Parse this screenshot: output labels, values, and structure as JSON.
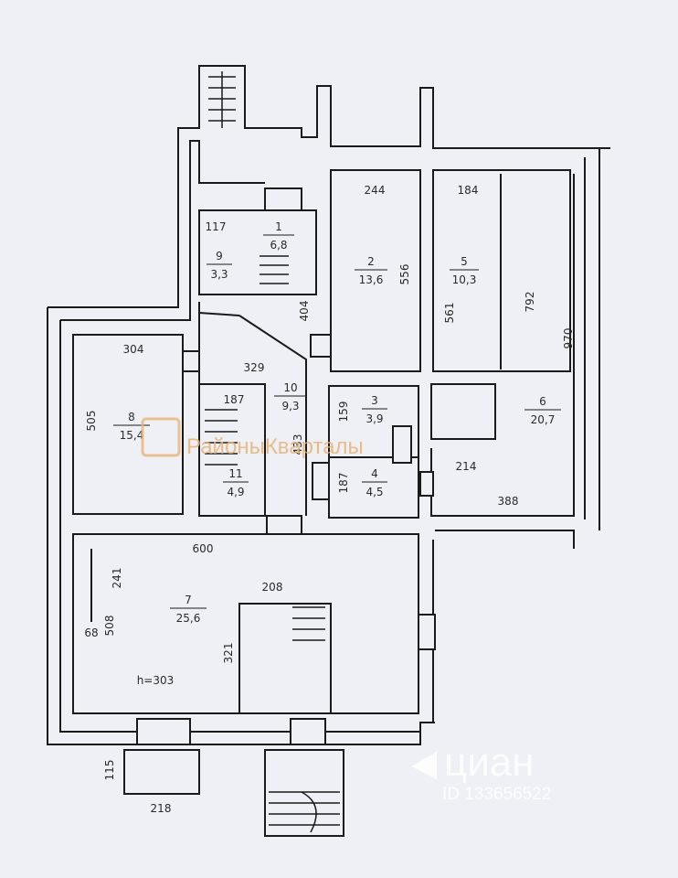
{
  "rooms": [
    {
      "id": "1",
      "number": "1",
      "area": "6,8"
    },
    {
      "id": "2",
      "number": "2",
      "area": "13,6"
    },
    {
      "id": "3",
      "number": "3",
      "area": "3,9"
    },
    {
      "id": "4",
      "number": "4",
      "area": "4,5"
    },
    {
      "id": "5",
      "number": "5",
      "area": "10,3"
    },
    {
      "id": "6",
      "number": "6",
      "area": "20,7"
    },
    {
      "id": "7",
      "number": "7",
      "area": "25,6"
    },
    {
      "id": "8",
      "number": "8",
      "area": "15,4"
    },
    {
      "id": "9",
      "number": "9",
      "area": "3,3"
    },
    {
      "id": "10",
      "number": "10",
      "area": "9,3"
    },
    {
      "id": "11",
      "number": "11",
      "area": "4,9"
    }
  ],
  "dimensions": {
    "d117": "117",
    "d244": "244",
    "d184": "184",
    "d556": "556",
    "d561": "561",
    "d792": "792",
    "d970": "970",
    "d404": "404",
    "d304": "304",
    "d329": "329",
    "d505": "505",
    "d187a": "187",
    "d159": "159",
    "d433": "433",
    "d187b": "187",
    "d214": "214",
    "d388": "388",
    "d600": "600",
    "d241": "241",
    "d208": "208",
    "d508": "508",
    "d68": "68",
    "d321": "321",
    "d115": "115",
    "d218": "218"
  },
  "ceiling_height": "h=303",
  "watermarks": {
    "left_brand": "РайоныКварталы",
    "right_brand": "циан",
    "listing_id": "ID 133656522"
  },
  "colors": {
    "paper": "#eef0f5",
    "wall_line": "#1a1a1a",
    "watermark_orange": "#e8b478",
    "watermark_white": "#ffffff"
  }
}
